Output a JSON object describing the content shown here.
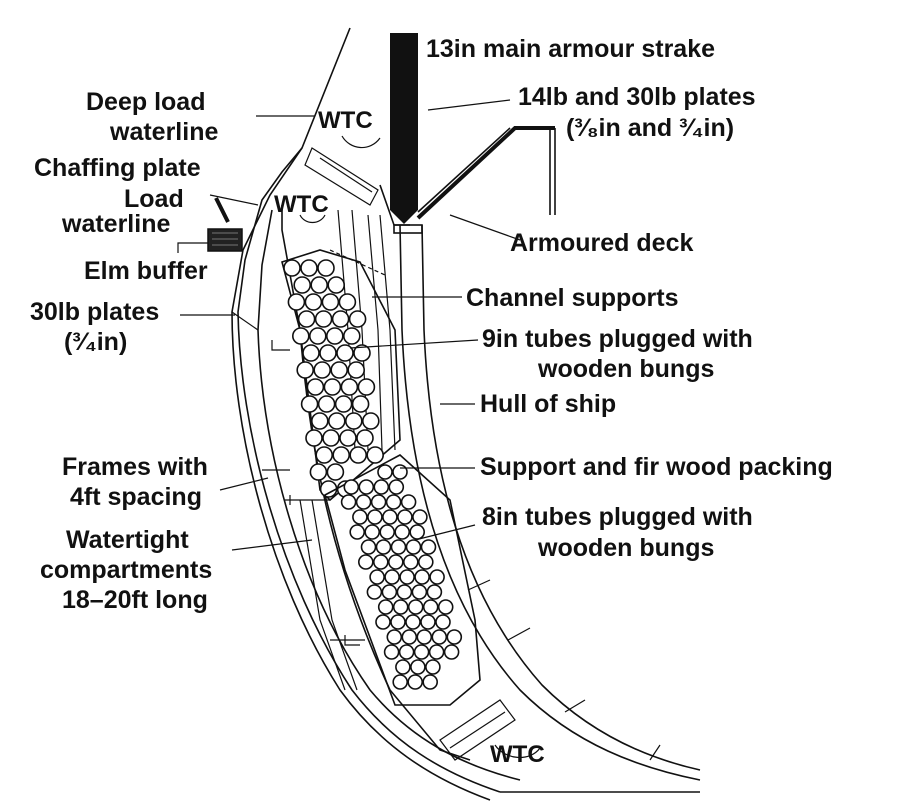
{
  "diagram": {
    "labels": {
      "main_armour": "13in main armour strake",
      "plates_14_30_line1": "14lb and 30lb plates",
      "plates_14_30_line2": "(³⁄₈in and ³⁄₄in)",
      "deep_load_line1": "Deep load",
      "deep_load_line2": "waterline",
      "chaffing_plate": "Chaffing plate",
      "load_waterline_line1": "Load",
      "load_waterline_line2": "waterline",
      "elm_buffer": "Elm buffer",
      "plates_30_line1": "30lb plates",
      "plates_30_line2": "(³⁄₄in)",
      "armoured_deck": "Armoured deck",
      "channel_supports": "Channel supports",
      "tubes_9_line1": "9in tubes plugged with",
      "tubes_9_line2": "wooden bungs",
      "hull": "Hull of ship",
      "frames_line1": "Frames with",
      "frames_line2": "4ft spacing",
      "support_packing": "Support and fir wood packing",
      "tubes_8_line1": "8in tubes plugged with",
      "tubes_8_line2": "wooden bungs",
      "watertight_line1": "Watertight",
      "watertight_line2": "compartments",
      "watertight_line3": "18–20ft long",
      "wtc_top": "WTC",
      "wtc_middle": "WTC",
      "wtc_bottom": "WTC"
    }
  }
}
